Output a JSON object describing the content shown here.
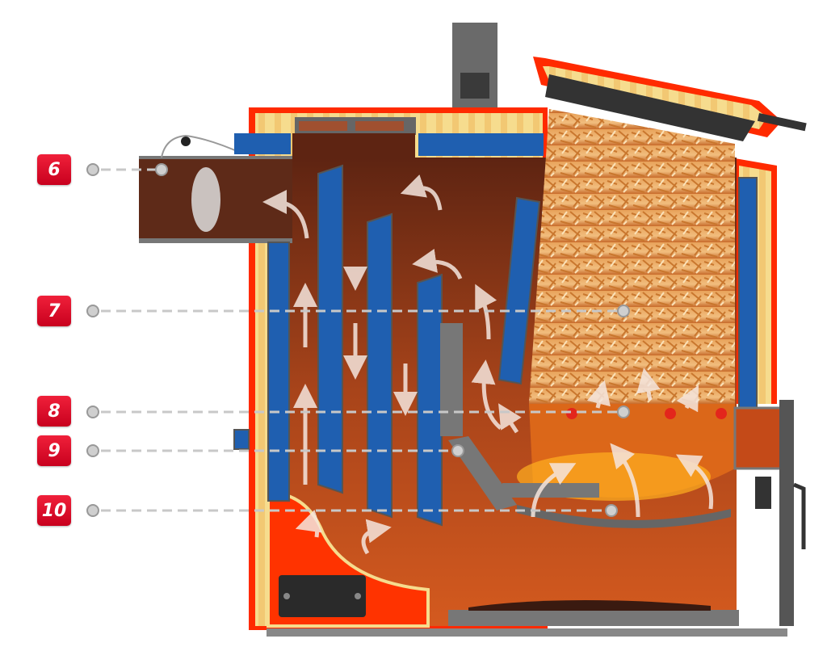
{
  "labels": [
    {
      "id": "6",
      "text": "6"
    },
    {
      "id": "7",
      "text": "7"
    },
    {
      "id": "8",
      "text": "8"
    },
    {
      "id": "9",
      "text": "9"
    },
    {
      "id": "10",
      "text": "10"
    }
  ],
  "colors": {
    "badge": "#e0102c",
    "insulation": "#f5d98a",
    "casing": "#ff2a00",
    "water_jacket": "#1f5fb0",
    "chamber": "#a8441a",
    "steel": "#6f6f6f"
  }
}
